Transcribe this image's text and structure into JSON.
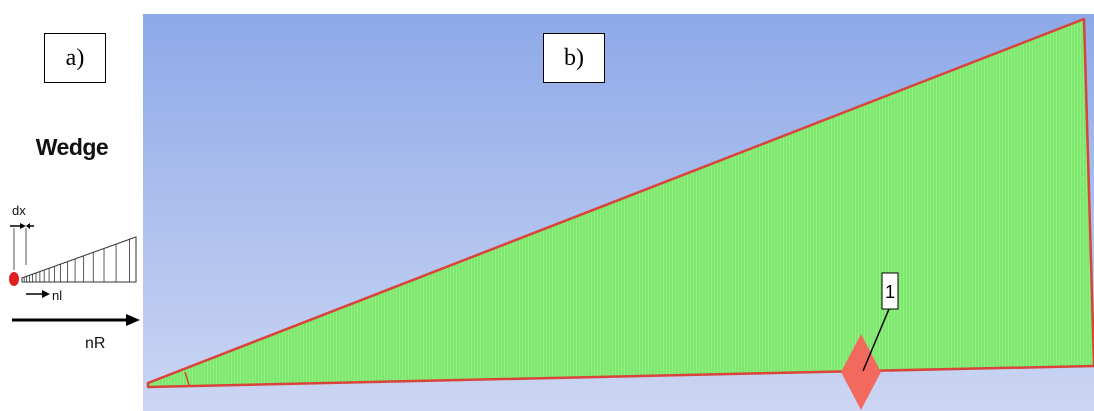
{
  "panel_a": {
    "label": "a)",
    "title": "Wedge",
    "dx_label": "dx",
    "nl_label": "nl",
    "nr_label": "nR"
  },
  "panel_b": {
    "label": "b)",
    "marker_label": "1",
    "colors": {
      "background_top": "#8ea9e8",
      "background_bottom": "#c9d4f2",
      "wedge_fill": "#7ee86e",
      "edge": "#d9443a",
      "marker": "#f26a5e"
    }
  }
}
